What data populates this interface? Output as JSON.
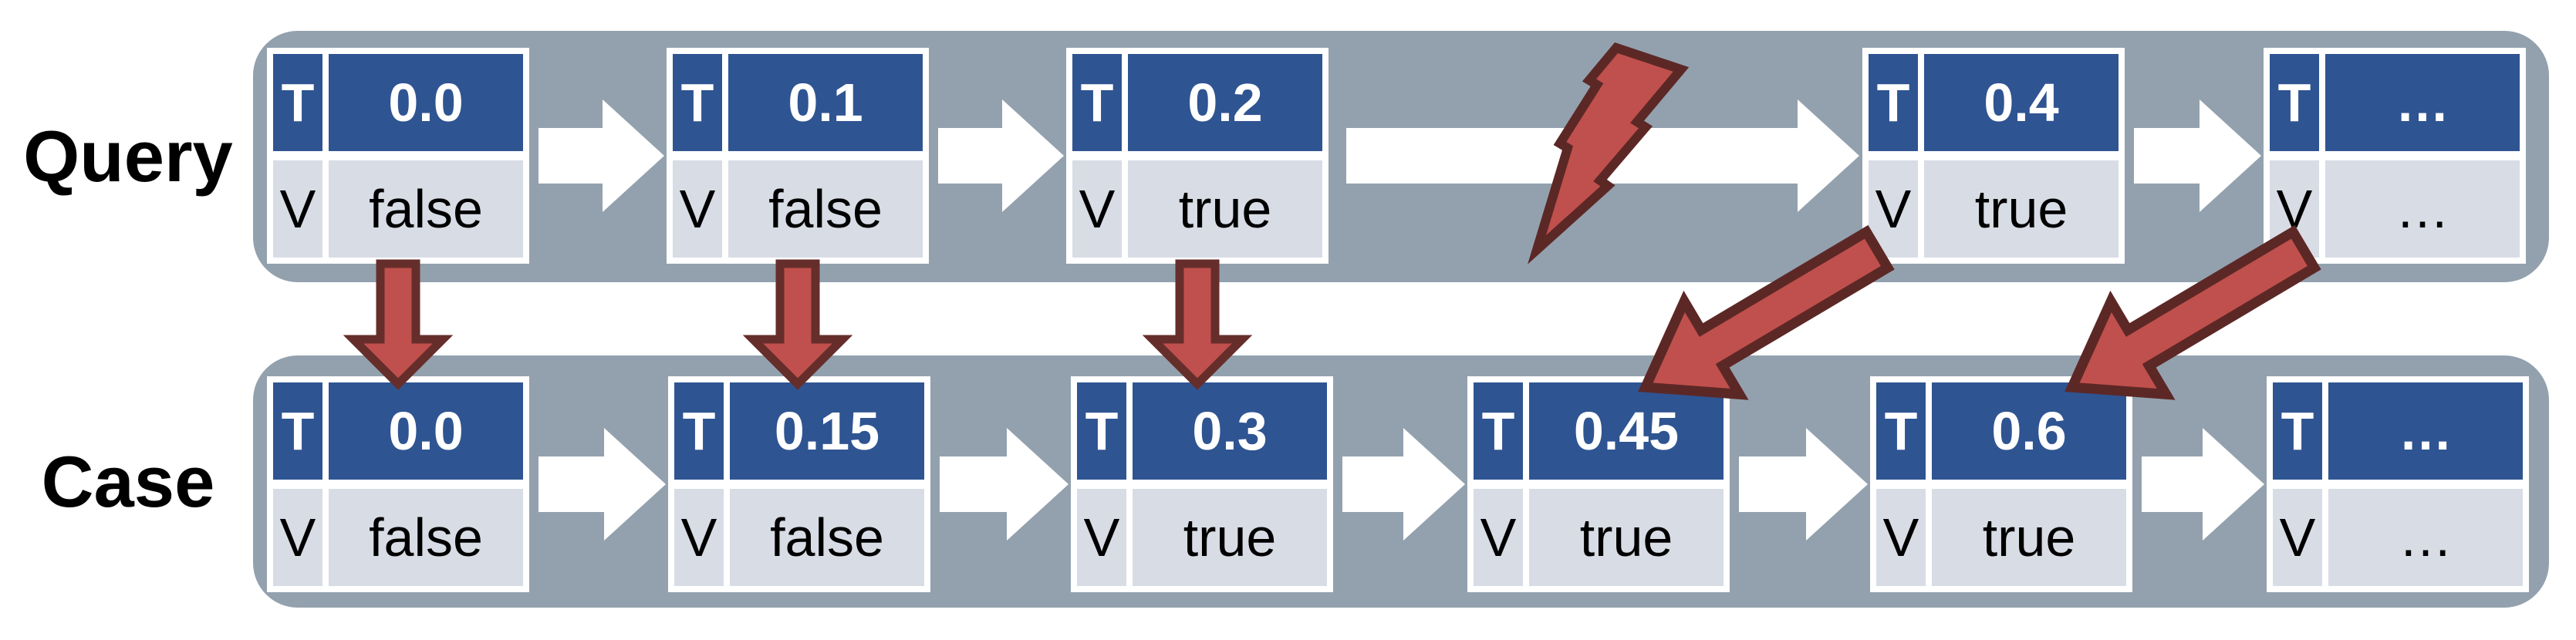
{
  "diagram": {
    "row_labels": {
      "query": "Query",
      "case": "Case"
    },
    "cell_labels": {
      "time": "T",
      "value": "V"
    },
    "query_nodes": [
      {
        "t": "0.0",
        "v": "false"
      },
      {
        "t": "0.1",
        "v": "false"
      },
      {
        "t": "0.2",
        "v": "true"
      },
      {
        "t": "0.4",
        "v": "true"
      },
      {
        "t": "…",
        "v": "…"
      }
    ],
    "case_nodes": [
      {
        "t": "0.0",
        "v": "false"
      },
      {
        "t": "0.15",
        "v": "false"
      },
      {
        "t": "0.3",
        "v": "true"
      },
      {
        "t": "0.45",
        "v": "true"
      },
      {
        "t": "0.6",
        "v": "true"
      },
      {
        "t": "…",
        "v": "…"
      }
    ],
    "colors": {
      "band_gray": "#93A1AE",
      "header_blue": "#2F5492",
      "value_light": "#D8DCE5",
      "link_arrow_white": "#FFFFFF",
      "marker_red": "#C0504D",
      "marker_red_outline": "#5C2826",
      "text_dark": "#000000",
      "text_light": "#FFFFFF"
    }
  }
}
